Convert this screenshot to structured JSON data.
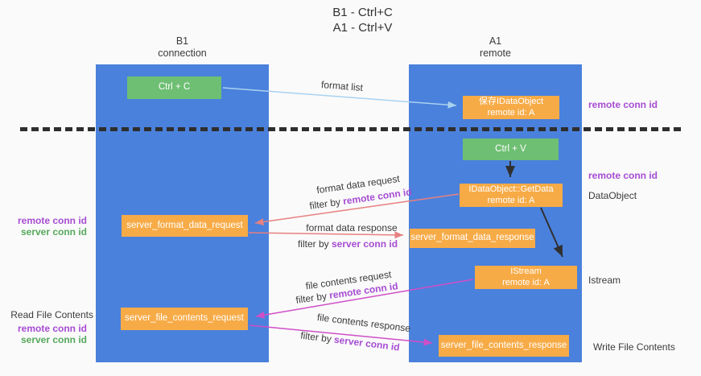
{
  "title": {
    "line1": "B1 - Ctrl+C",
    "line2": "A1 - Ctrl+V"
  },
  "columns": {
    "left": {
      "title": "B1",
      "subtitle": "connection"
    },
    "right": {
      "title": "A1",
      "subtitle": "remote"
    }
  },
  "nodes": {
    "ctrl_c": {
      "label": "Ctrl + C"
    },
    "save_idataobject": {
      "line1": "保存IDataObject",
      "line2": "remote id: A"
    },
    "ctrl_v": {
      "label": "Ctrl + V"
    },
    "getdata": {
      "line1": "IDataObject::GetData",
      "line2": "remote id: A"
    },
    "format_request": {
      "label": "server_format_data_request"
    },
    "format_response": {
      "label": "server_format_data_response"
    },
    "istream": {
      "line1": "IStream",
      "line2": "remote id: A"
    },
    "file_request": {
      "label": "server_file_contents_request"
    },
    "file_response": {
      "label": "server_file_contents_response"
    }
  },
  "arrows": {
    "format_list": {
      "label": "format list"
    },
    "format_data_request": {
      "label": "format data request",
      "filter_prefix": "filter by",
      "filter_key": "remote conn id"
    },
    "format_data_response": {
      "label": "format data response",
      "filter_prefix": "filter by",
      "filter_key": "server conn id"
    },
    "file_contents_request": {
      "label": "file contents request",
      "filter_prefix": "filter by",
      "filter_key": "remote conn id"
    },
    "file_contents_response": {
      "label": "file contents response",
      "filter_prefix": "filter by",
      "filter_key": "server conn id"
    }
  },
  "side_labels": {
    "right_remote_conn_id_top": "remote conn id",
    "right_remote_conn_id_mid": "remote conn id",
    "right_dataobject": "DataObject",
    "right_istream": "Istream",
    "right_write_file_contents": "Write File Contents",
    "left_remote_conn_id_top": "remote conn id",
    "left_server_conn_id_top": "server conn id",
    "left_read_file_contents": "Read File Contents",
    "left_remote_conn_id_bottom": "remote conn id",
    "left_server_conn_id_bottom": "server conn id"
  },
  "colors": {
    "column_blue": "#4a81dc",
    "box_orange": "#f7ab47",
    "box_green": "#6ebf73",
    "label_purple": "#a64cd3",
    "label_green": "#56a85c",
    "arrow_salmon": "#e88080",
    "arrow_magenta": "#cf4fc7",
    "arrow_lightblue": "#a9d2f0",
    "arrow_black": "#303030",
    "text_dark": "#3b3b3b",
    "background": "#fafafa"
  }
}
